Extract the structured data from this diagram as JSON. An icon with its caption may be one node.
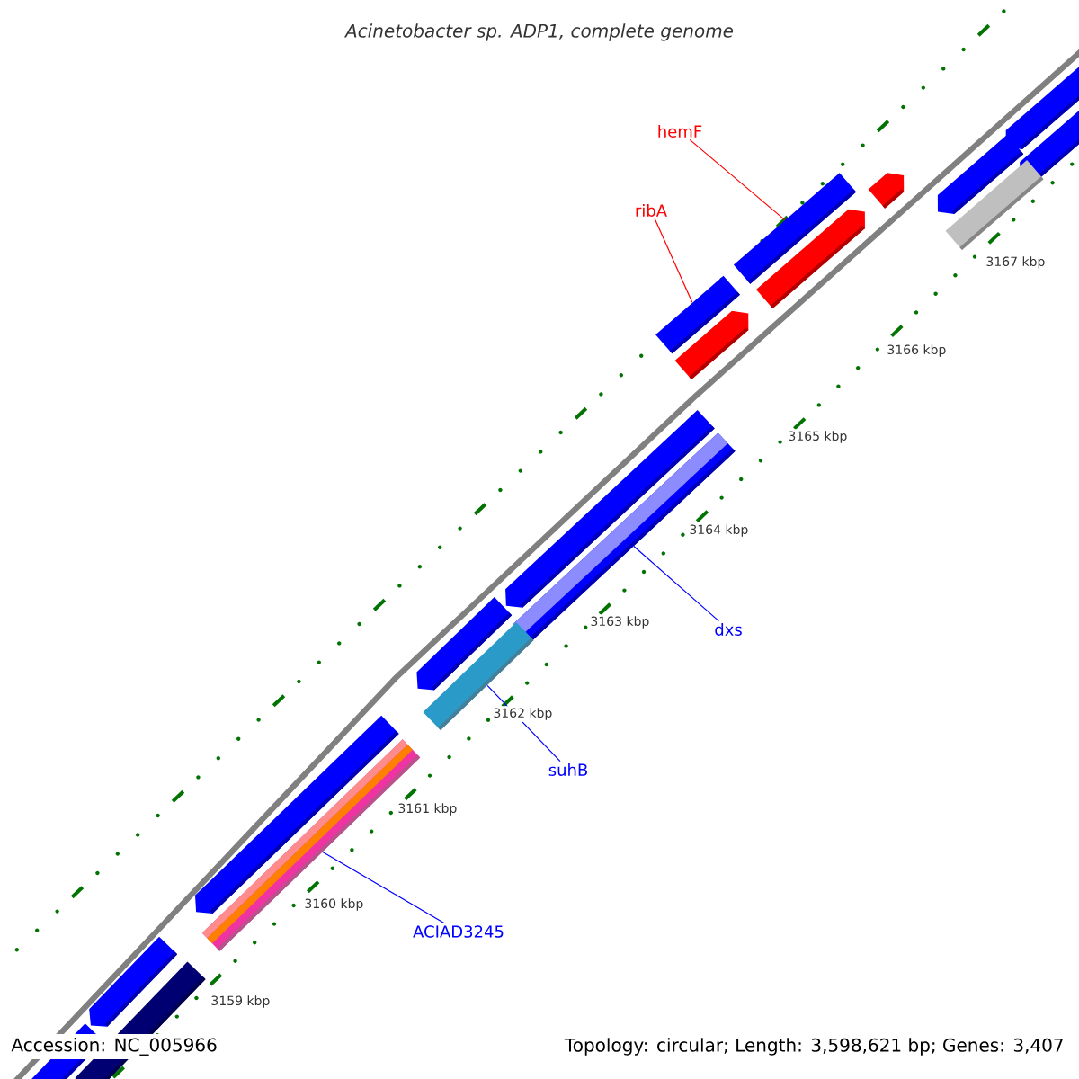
{
  "diagram": {
    "title": "Acinetobacter sp. ADP1, complete genome",
    "nodes": [
      {
        "text": [],
        "shape": "bar"
      },
      {
        "text": [
          "hemF"
        ]
      },
      {
        "text": [],
        "shape": "bar"
      },
      {
        "text": [],
        "shape": "bar"
      },
      {
        "text": [],
        "shape": "bar"
      },
      {
        "text": [],
        "shape": "bar"
      },
      {
        "text": [
          "ribA"
        ]
      },
      {
        "text": [],
        "shape": "bar"
      },
      {
        "text": [],
        "shape": "bar"
      },
      {
        "text": [],
        "shape": "bar"
      },
      {
        "text": [],
        "shape": "bar"
      },
      {
        "text": [],
        "shape": "bar"
      },
      {
        "text": [],
        "shape": "bar"
      },
      {
        "text": [
          "dxs"
        ]
      },
      {
        "text": [],
        "shape": "bar"
      },
      {
        "text": [],
        "shape": "bar"
      },
      {
        "text": [
          "suhB"
        ]
      },
      {
        "text": [],
        "shape": "bar"
      },
      {
        "text": [],
        "shape": "bar"
      },
      {
        "text": [
          "ACIAD3245"
        ]
      },
      {
        "text": [],
        "shape": "bar"
      },
      {
        "text": [],
        "shape": "bar"
      },
      {
        "text": [],
        "shape": "bar"
      }
    ],
    "edges": [
      {
        "from": 1,
        "to": 7,
        "arrow": "none",
        "color": "#ff0000"
      },
      {
        "from": 6,
        "to": 9,
        "arrow": "none",
        "color": "#ff0000"
      },
      {
        "from": 13,
        "to": 12,
        "arrow": "none"
      },
      {
        "from": 16,
        "to": 15,
        "arrow": "none"
      },
      {
        "from": 19,
        "to": 18,
        "arrow": "none"
      }
    ],
    "labels": [
      "3167 kbp",
      "3166 kbp",
      "3165 kbp",
      "3164 kbp",
      "3163 kbp",
      "3162 kbp",
      "3161 kbp",
      "3160 kbp",
      "3159 kbp",
      "Accession: NC_005966",
      "Topology: circular; Length: 3,598,621 bp; Genes: 3,407"
    ]
  }
}
